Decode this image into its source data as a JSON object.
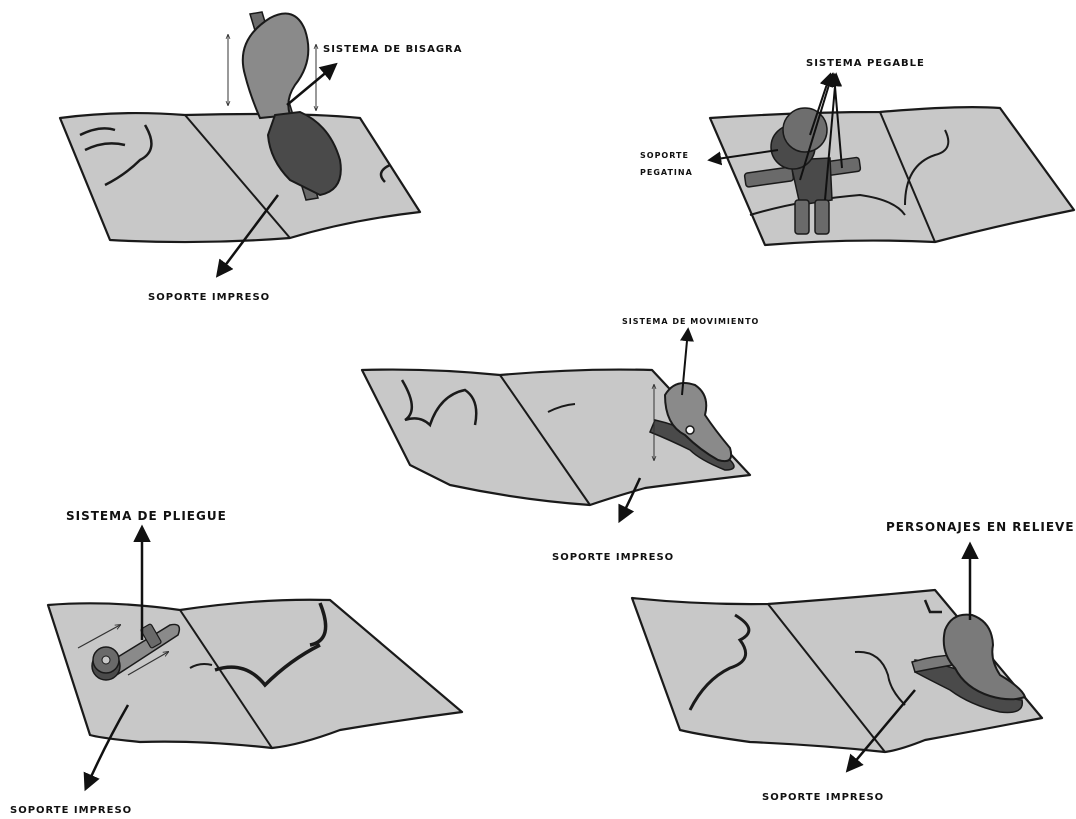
{
  "colors": {
    "paper": "#c8c8c8",
    "paper_stroke": "#1a1a1a",
    "piece_mid": "#8a8a8a",
    "piece_dark": "#4a4a4a",
    "ink": "#111111"
  },
  "panels": {
    "hinge": {
      "label_system": "SISTEMA DE BISAGRA",
      "label_support": "SOPORTE IMPRESO"
    },
    "sticker": {
      "label_system": "SISTEMA PEGABLE",
      "label_support_line1": "SOPORTE",
      "label_support_line2": "PEGATINA"
    },
    "movement": {
      "label_system": "SISTEMA DE MOVIMIENTO",
      "label_support": "SOPORTE IMPRESO"
    },
    "fold": {
      "label_system": "SISTEMA DE PLIEGUE",
      "label_support": "SOPORTE IMPRESO"
    },
    "relief": {
      "label_system": "PERSONAJES EN RELIEVE",
      "label_support": "SOPORTE IMPRESO"
    }
  }
}
